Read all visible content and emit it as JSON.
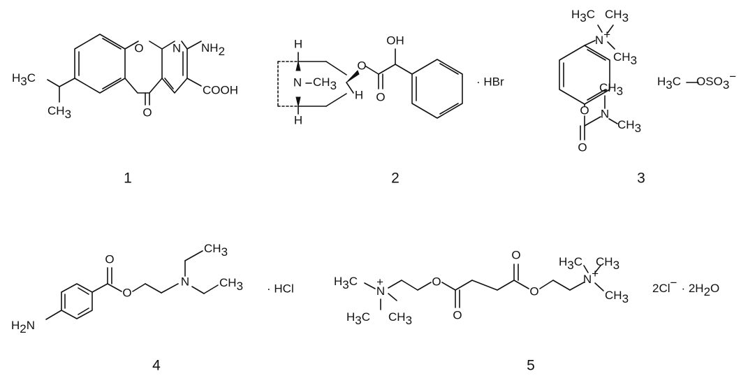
{
  "compounds": [
    {
      "number": "1",
      "atoms": {
        "ring_o": "O",
        "ring_n": "N",
        "nh": "NH",
        "nh_sub": "2",
        "h3c_h": "H",
        "h3c_sub": "3",
        "h3c_c": "C",
        "ch3_c": "CH",
        "ch3_sub": "3",
        "carbonyl_o": "O",
        "cooh": "COOH"
      }
    },
    {
      "number": "2",
      "atoms": {
        "h_top": "H",
        "h_bottom": "H",
        "n_methyl": "N",
        "ch3": "CH",
        "ch3_sub": "3",
        "h_right": "H",
        "ester_o": "O",
        "carbonyl_o": "O",
        "oh": "OH",
        "salt": "· HBr"
      }
    },
    {
      "number": "3",
      "atoms": {
        "n_plus": "N",
        "charge": "+",
        "me1": "H",
        "me1_sub": "3",
        "me1_c": "C",
        "me2": "CH",
        "me2_sub": "3",
        "me3": "CH",
        "me3_sub": "3",
        "o_ether": "O",
        "n_carbamate": "N",
        "me4": "CH",
        "me4_sub": "3",
        "me5": "CH",
        "me5_sub": "3",
        "carbonyl_o": "O",
        "anion_h": "H",
        "anion_sub": "3",
        "anion_c": "C",
        "anion_rest": "OSO",
        "anion_sub2": "3",
        "anion_charge": "−"
      }
    },
    {
      "number": "4",
      "atoms": {
        "h2n_h": "H",
        "h2n_sub": "2",
        "h2n_n": "N",
        "carbonyl_o": "O",
        "ester_o": "O",
        "n_amine": "N",
        "ethyl1": "CH",
        "ethyl1_sub": "3",
        "ethyl2": "CH",
        "ethyl2_sub": "3",
        "salt": "· HCl"
      }
    },
    {
      "number": "5",
      "atoms": {
        "l_me1": "H",
        "l_me1_sub": "3",
        "l_me1_c": "C",
        "l_n": "N",
        "l_charge": "+",
        "l_me2": "H",
        "l_me2_sub": "3",
        "l_me2_c": "C",
        "l_me3": "CH",
        "l_me3_sub": "3",
        "o1": "O",
        "c_o1": "O",
        "c_o2": "O",
        "o2": "O",
        "r_me1": "H",
        "r_me1_sub": "3",
        "r_me1_c": "C",
        "r_me2": "CH",
        "r_me2_sub": "3",
        "r_n": "N",
        "r_charge": "+",
        "r_me3": "CH",
        "r_me3_sub": "3",
        "counter": "2Cl",
        "counter_charge": "−",
        "hydrate": "· 2H",
        "hydrate_sub": "2",
        "hydrate_o": "O"
      }
    }
  ]
}
